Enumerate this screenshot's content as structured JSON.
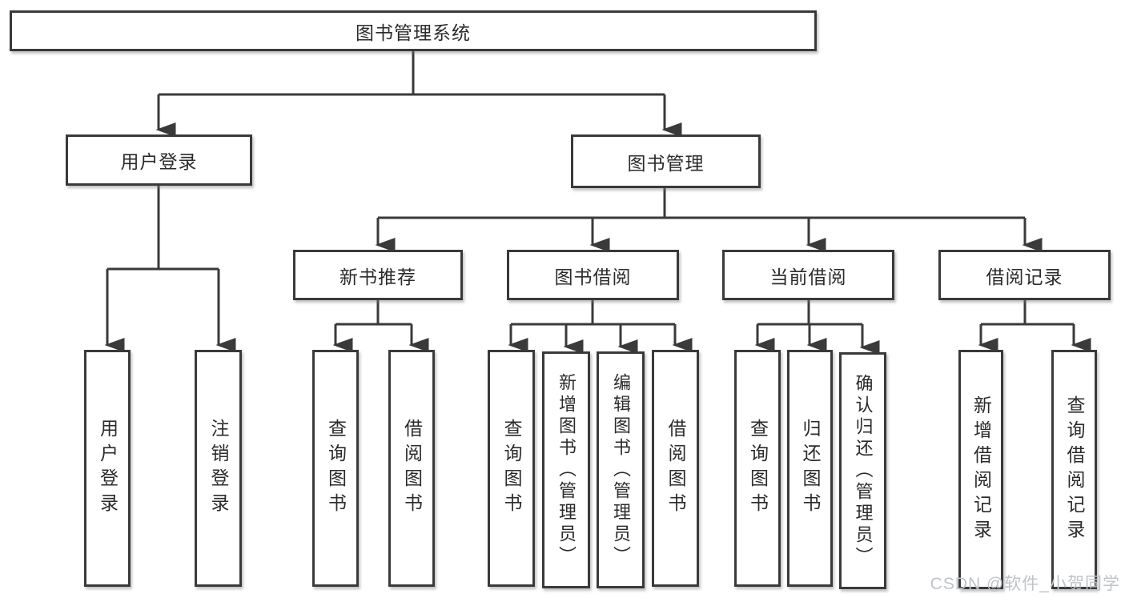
{
  "diagram": {
    "type": "tree",
    "title": "图书管理系统",
    "tree": {
      "label": "图书管理系统",
      "children": [
        {
          "label": "用户登录",
          "children": [
            {
              "label": "用户登录"
            },
            {
              "label": "注销登录"
            }
          ]
        },
        {
          "label": "图书管理",
          "children": [
            {
              "label": "新书推荐",
              "children": [
                {
                  "label": "查询图书"
                },
                {
                  "label": "借阅图书"
                }
              ]
            },
            {
              "label": "图书借阅",
              "children": [
                {
                  "label": "查询图书"
                },
                {
                  "label": "新增图书（管理员）"
                },
                {
                  "label": "编辑图书（管理员）"
                },
                {
                  "label": "借阅图书"
                }
              ]
            },
            {
              "label": "当前借阅",
              "children": [
                {
                  "label": "查询图书"
                },
                {
                  "label": "归还图书"
                },
                {
                  "label": "确认归还（管理员）"
                }
              ]
            },
            {
              "label": "借阅记录",
              "children": [
                {
                  "label": "新增借阅记录"
                },
                {
                  "label": "查询借阅记录"
                }
              ]
            }
          ]
        }
      ]
    },
    "colors": {
      "line": "#3a3a3a",
      "box_border": "#3a3a3a",
      "box_fill": "#ffffff",
      "text": "#2b2b2b",
      "watermark": "#bfc3c9",
      "background": "#ffffff"
    }
  },
  "watermark": {
    "text": "CSDN @软件_小贺同学"
  }
}
